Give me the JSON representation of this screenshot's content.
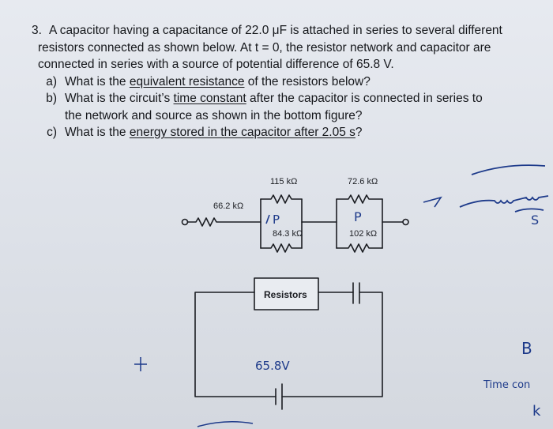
{
  "problem": {
    "number": "3.",
    "intro_line1": "A capacitor having a capacitance of 22.0 μF is attached in series to several different",
    "intro_line2": "resistors connected as shown below. At t = 0, the resistor network and capacitor are",
    "intro_line3": "connected in series with a source of potential difference of 65.8 V.",
    "questions": [
      {
        "label": "a)",
        "pre": "What is the ",
        "underlined": "equivalent resistance",
        "post": " of the resistors below?",
        "line2": ""
      },
      {
        "label": "b)",
        "pre": "What is the circuit’s ",
        "underlined": "time constant",
        "post": " after the capacitor is connected in series to",
        "line2": "the network and source as shown in the bottom figure?"
      },
      {
        "label": "c)",
        "pre": "What is the ",
        "underlined": "energy stored in the capacitor after 2.05 s",
        "post": "?",
        "line2": ""
      }
    ]
  },
  "network": {
    "r1": "66.2 kΩ",
    "r2": "115 kΩ",
    "r3": "84.3 kΩ",
    "r4": "72.6 kΩ",
    "r5": "102 kΩ"
  },
  "bottom_circuit": {
    "box_label": "Resistors"
  },
  "handwriting": {
    "p1": "P",
    "p2": "P",
    "s": "S",
    "voltage": "65.8V",
    "b": "B",
    "time_const": "Time con",
    "k": "k"
  },
  "colors": {
    "ink": "#1d3a8a",
    "text": "#16181c"
  }
}
